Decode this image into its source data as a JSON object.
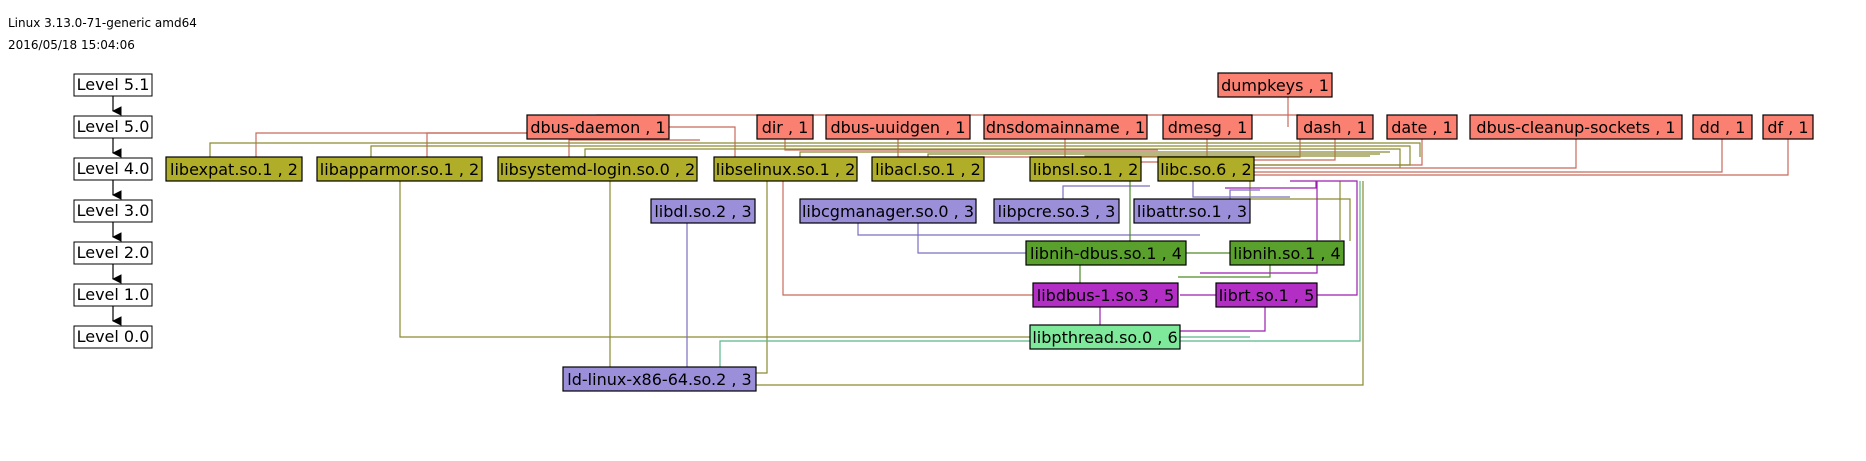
{
  "header": {
    "system": "Linux 3.13.0-71-generic amd64",
    "timestamp": "2016/05/18 15:04:06"
  },
  "legend": {
    "levels": [
      "Level 5.1",
      "Level 5.0",
      "Level 4.0",
      "Level 3.0",
      "Level 2.0",
      "Level 1.0",
      "Level 0.0"
    ]
  },
  "colors": {
    "level_5": "#fa8072",
    "level_4": "#b0ae28",
    "level_3": "#9b8fd9",
    "level_2": "#5aa02c",
    "level_1": "#b22ec4",
    "level_0": "#7ee89b"
  },
  "nodes": [
    {
      "id": "dumpkeys",
      "label": "dumpkeys , 1",
      "level": "5.1"
    },
    {
      "id": "dbus-daemon",
      "label": "dbus-daemon , 1",
      "level": "5.0"
    },
    {
      "id": "dir",
      "label": "dir , 1",
      "level": "5.0"
    },
    {
      "id": "dbus-uuidgen",
      "label": "dbus-uuidgen , 1",
      "level": "5.0"
    },
    {
      "id": "dnsdomainname",
      "label": "dnsdomainname , 1",
      "level": "5.0"
    },
    {
      "id": "dmesg",
      "label": "dmesg , 1",
      "level": "5.0"
    },
    {
      "id": "dash",
      "label": "dash , 1",
      "level": "5.0"
    },
    {
      "id": "date",
      "label": "date , 1",
      "level": "5.0"
    },
    {
      "id": "dbus-cleanup-sockets",
      "label": "dbus-cleanup-sockets , 1",
      "level": "5.0"
    },
    {
      "id": "dd",
      "label": "dd , 1",
      "level": "5.0"
    },
    {
      "id": "df",
      "label": "df , 1",
      "level": "5.0"
    },
    {
      "id": "libexpat",
      "label": "libexpat.so.1 , 2",
      "level": "4.0"
    },
    {
      "id": "libapparmor",
      "label": "libapparmor.so.1 , 2",
      "level": "4.0"
    },
    {
      "id": "libsystemd-login",
      "label": "libsystemd-login.so.0 , 2",
      "level": "4.0"
    },
    {
      "id": "libselinux",
      "label": "libselinux.so.1 , 2",
      "level": "4.0"
    },
    {
      "id": "libacl",
      "label": "libacl.so.1 , 2",
      "level": "4.0"
    },
    {
      "id": "libnsl",
      "label": "libnsl.so.1 , 2",
      "level": "4.0"
    },
    {
      "id": "libc",
      "label": "libc.so.6 , 2",
      "level": "4.0"
    },
    {
      "id": "libdl",
      "label": "libdl.so.2 , 3",
      "level": "3.0"
    },
    {
      "id": "libcgmanager",
      "label": "libcgmanager.so.0 , 3",
      "level": "3.0"
    },
    {
      "id": "libpcre",
      "label": "libpcre.so.3 , 3",
      "level": "3.0"
    },
    {
      "id": "libattr",
      "label": "libattr.so.1 , 3",
      "level": "3.0"
    },
    {
      "id": "libnih-dbus",
      "label": "libnih-dbus.so.1 , 4",
      "level": "2.0"
    },
    {
      "id": "libnih",
      "label": "libnih.so.1 , 4",
      "level": "2.0"
    },
    {
      "id": "libdbus",
      "label": "libdbus-1.so.3 , 5",
      "level": "1.0"
    },
    {
      "id": "librt",
      "label": "librt.so.1 , 5",
      "level": "1.0"
    },
    {
      "id": "libpthread",
      "label": "libpthread.so.0 , 6",
      "level": "0.0"
    },
    {
      "id": "ld-linux",
      "label": "ld-linux-x86-64.so.2 , 3",
      "level": "below"
    }
  ]
}
